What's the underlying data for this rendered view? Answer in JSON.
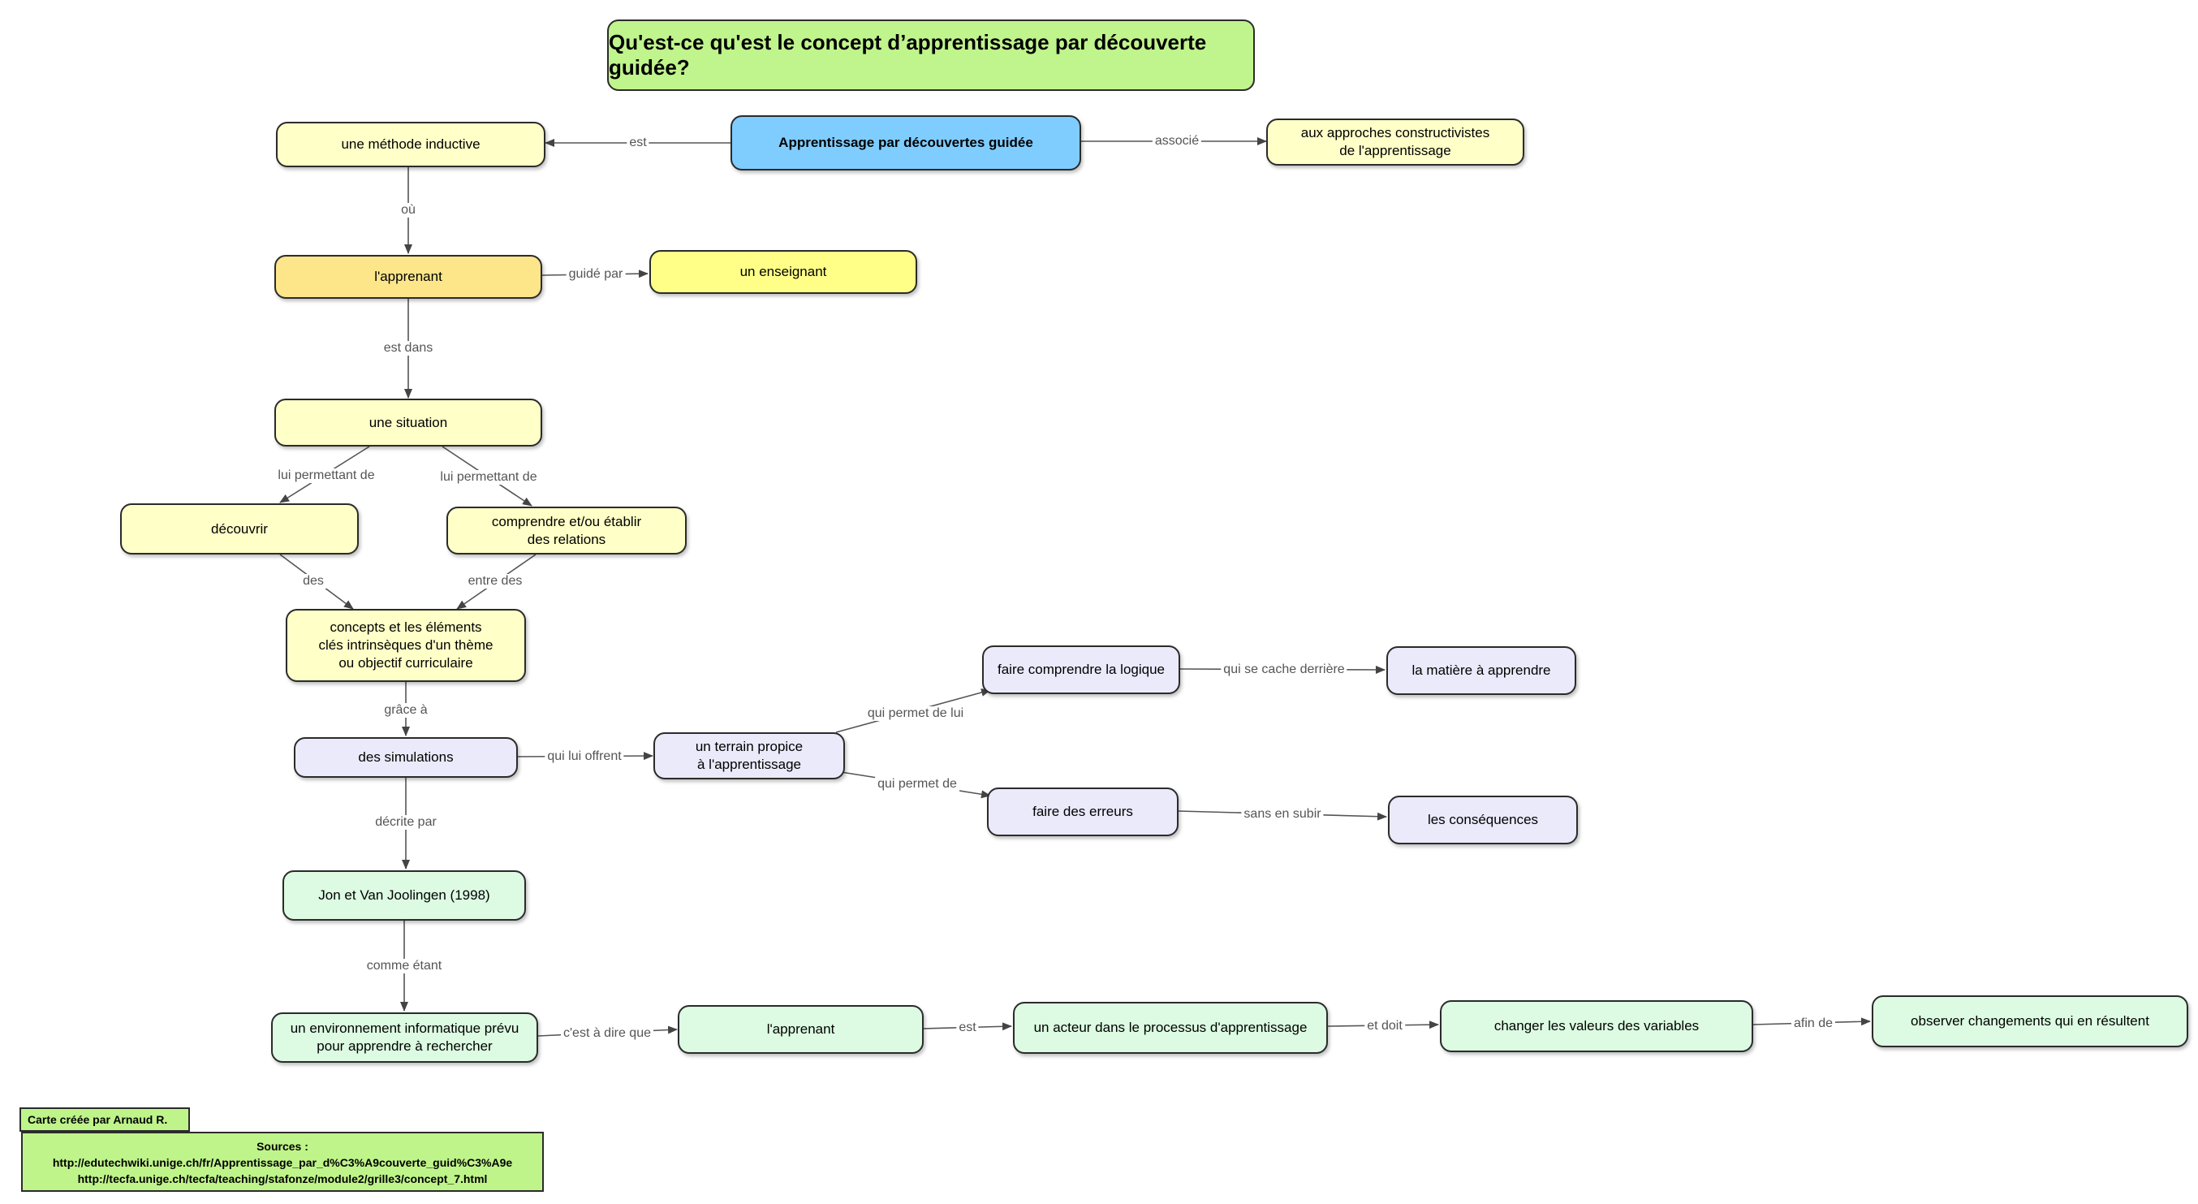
{
  "title": "Qu'est-ce qu'est le concept d’apprentissage par découverte guidée?",
  "colors": {
    "title_bg": "#c0f48c",
    "blue": "#7fccff",
    "yellow_light": "#ffffc8",
    "yellow_orange": "#fde58a",
    "yellow_bright": "#ffff88",
    "lavender": "#eaeafb",
    "mint": "#dcfbe2",
    "footer_green": "#bff48a"
  },
  "nodes": {
    "central": "Apprentissage par découvertes guidée",
    "methode": "une méthode inductive",
    "approches": "aux approches constructivistes\nde l'apprentissage",
    "apprenant1": "l'apprenant",
    "enseignant": "un enseignant",
    "situation": "une situation",
    "decouvrir": "découvrir",
    "comprendre": "comprendre et/ou établir\ndes relations",
    "concepts": "concepts et les éléments\nclés intrinsèques   d'un thème\nou objectif curriculaire",
    "simulations": "des simulations",
    "terrain": "un terrain propice\nà l'apprentissage",
    "logique": "faire comprendre la logique",
    "matiere": "la matière  à apprendre",
    "erreurs": "faire des erreurs",
    "consequences": "les conséquences",
    "jon": "Jon et Van Joolingen (1998)",
    "environnement": "un environnement informatique prévu\npour apprendre à rechercher",
    "apprenant2": "l'apprenant",
    "acteur": "un acteur dans le processus d'apprentissage",
    "changer": "changer les valeurs des variables",
    "observer": "observer changements qui en résultent"
  },
  "links": {
    "est1": "est",
    "associe": "associé",
    "ou": "où",
    "guide_par": "guidé par",
    "est_dans": "est dans",
    "permet1": "lui permettant de",
    "permet2": "lui permettant de",
    "des": "des",
    "entre_des": "entre des",
    "grace_a": "grâce à",
    "qui_lui_offrent": "qui lui offrent",
    "qui_permet_de_lui": "qui permet de lui",
    "qui_permet_de": "qui permet de",
    "qui_se_cache": "qui se cache derrière",
    "sans_en_subir": "sans en subir",
    "decrite_par": "décrite par",
    "comme_etant": "comme étant",
    "cest_a_dire": "c'est à dire que",
    "est2": "est",
    "et_doit": "et doit",
    "afin_de": "afin de"
  },
  "footer": {
    "credit": "Carte créée par Arnaud R.",
    "sources_title": "Sources :",
    "source1": "http://edutechwiki.unige.ch/fr/Apprentissage_par_d%C3%A9couverte_guid%C3%A9e",
    "source2": "http://tecfa.unige.ch/tecfa/teaching/stafonze/module2/grille3/concept_7.html"
  }
}
